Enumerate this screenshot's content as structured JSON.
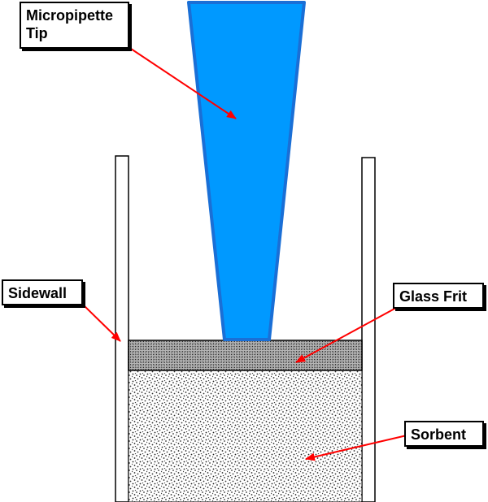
{
  "labels": {
    "micropipette_line1": "Micropipette",
    "micropipette_line2": "Tip",
    "sidewall": "Sidewall",
    "glass_frit": "Glass Frit",
    "sorbent": "Sorbent"
  },
  "colors": {
    "pipette_fill": "#0099ff",
    "pipette_stroke": "#1a6fd6",
    "arrow": "#ff0000",
    "frit_fill": "#9a9a9a",
    "sorbent_fill": "#c8c8c8",
    "outline": "#000000"
  }
}
